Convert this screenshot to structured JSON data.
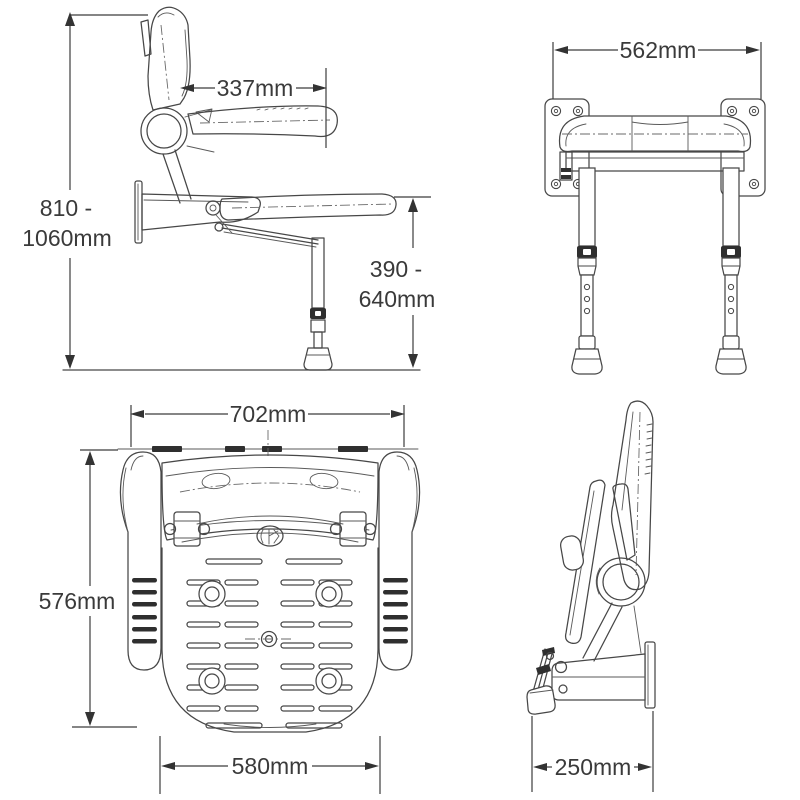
{
  "colors": {
    "background": "#ffffff",
    "line": "#474747",
    "dark_fill": "#2f2f2f",
    "dimension_text": "#3a3a3a"
  },
  "views": {
    "side_unfolded": {
      "mount_height_line1": "810 -",
      "mount_height_line2": "1060mm",
      "seat_depth": "337mm",
      "floor_to_seat_line1": "390 -",
      "floor_to_seat_line2": "640mm"
    },
    "front_folded": {
      "overall_width": "562mm"
    },
    "plan": {
      "overall_width": "702mm",
      "overall_depth": "576mm",
      "seat_width": "580mm"
    },
    "side_folded": {
      "projection_depth": "250mm"
    }
  }
}
